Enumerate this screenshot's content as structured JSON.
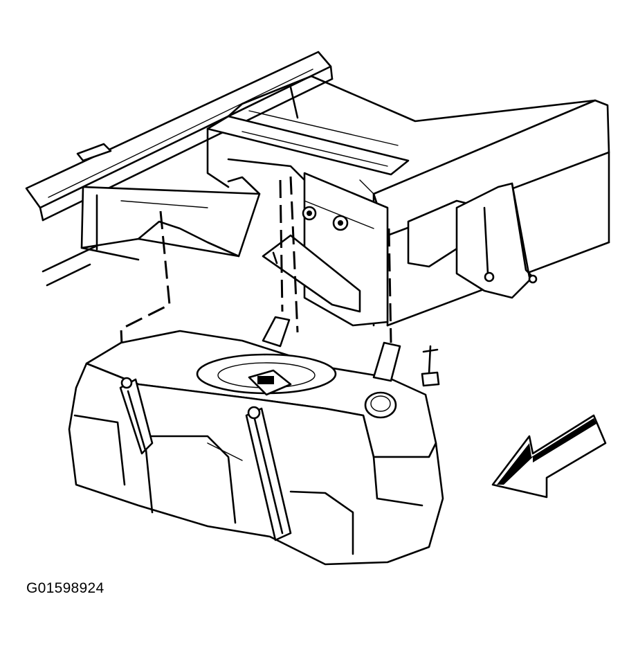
{
  "figure": {
    "id_label": "G01598924"
  },
  "parts": [
    {
      "name": "frame-rail-left"
    },
    {
      "name": "frame-crossmember"
    },
    {
      "name": "frame-rail-right"
    },
    {
      "name": "fuel-tank"
    },
    {
      "name": "tank-strap-left"
    },
    {
      "name": "tank-strap-right"
    },
    {
      "name": "strap-bolt"
    },
    {
      "name": "fill-neck-cap"
    },
    {
      "name": "front-direction-arrow"
    }
  ]
}
